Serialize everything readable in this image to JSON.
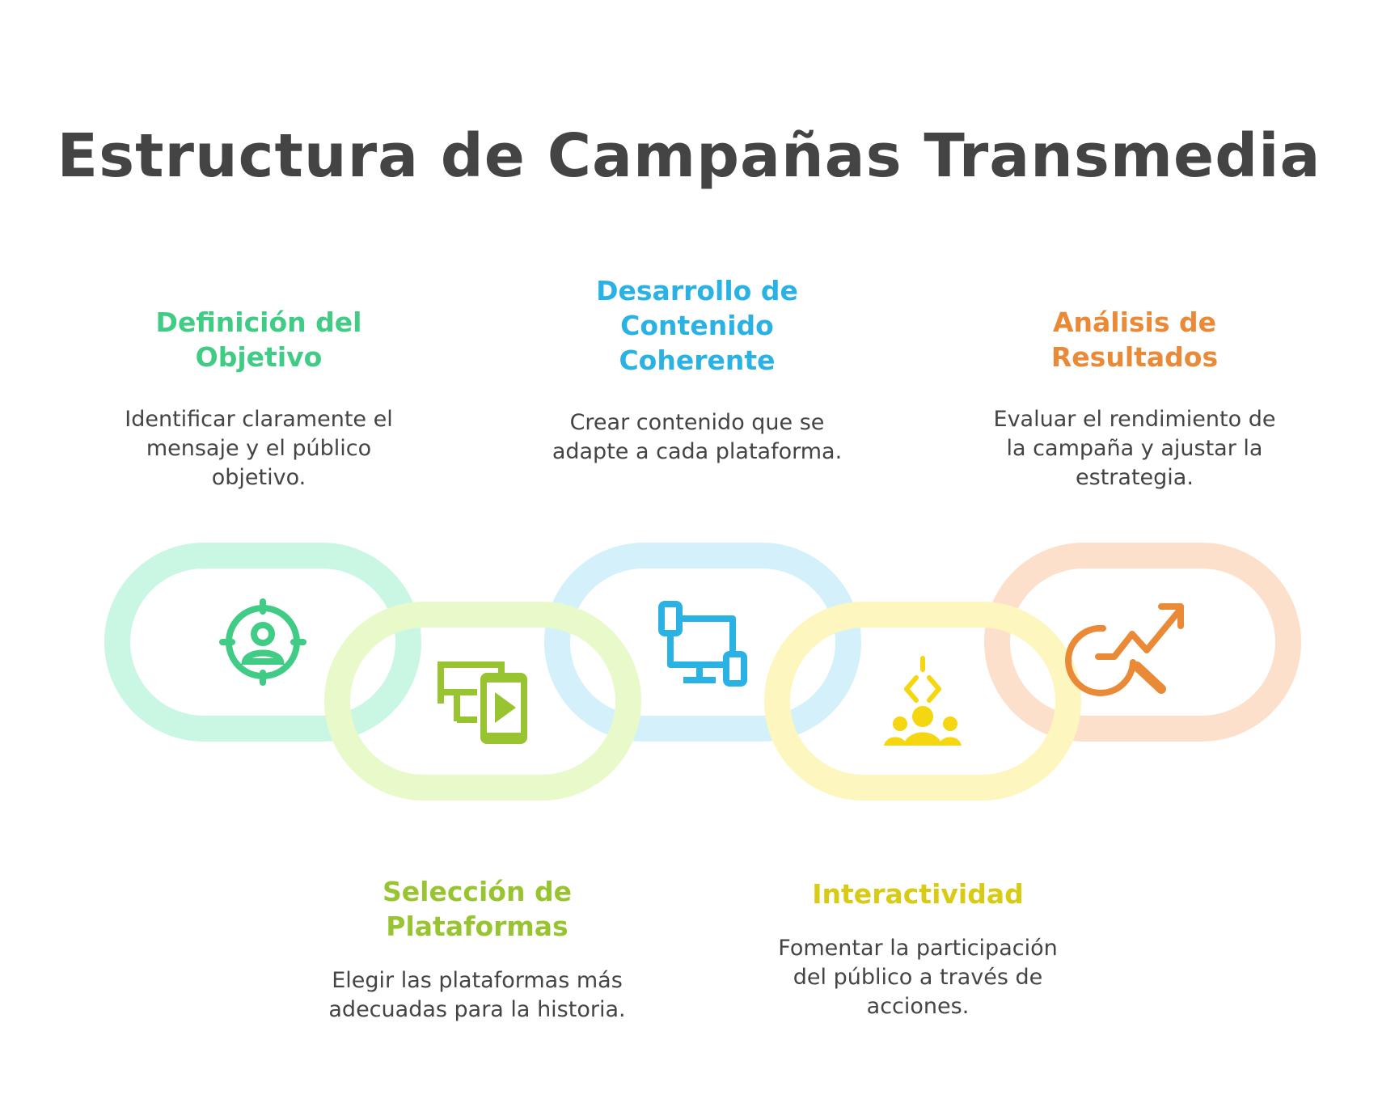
{
  "title": "Estructura de Campañas Transmedia",
  "steps": [
    {
      "heading": "Definición del Objetivo",
      "text": "Identificar claramente el mensaje y el público objetivo.",
      "color": "#40cc85",
      "icon": "target-user-icon"
    },
    {
      "heading": "Selección de Plataformas",
      "text": "Elegir las plataformas más adecuadas para la historia.",
      "color": "#99c431",
      "icon": "devices-play-icon"
    },
    {
      "heading": "Desarrollo de Contenido Coherente",
      "text": "Crear contenido que se adapte a cada plataforma.",
      "color": "#2ab2e4",
      "icon": "network-devices-icon"
    },
    {
      "heading": "Interactividad",
      "text": "Fomentar la participación del público a través de acciones.",
      "color": "#d9cb14",
      "icon": "audience-interaction-icon"
    },
    {
      "heading": "Análisis de Resultados",
      "text": "Evaluar el rendimiento de la campaña y ajustar la estrategia.",
      "color": "#ea8a36",
      "icon": "analytics-magnifier-icon"
    }
  ]
}
